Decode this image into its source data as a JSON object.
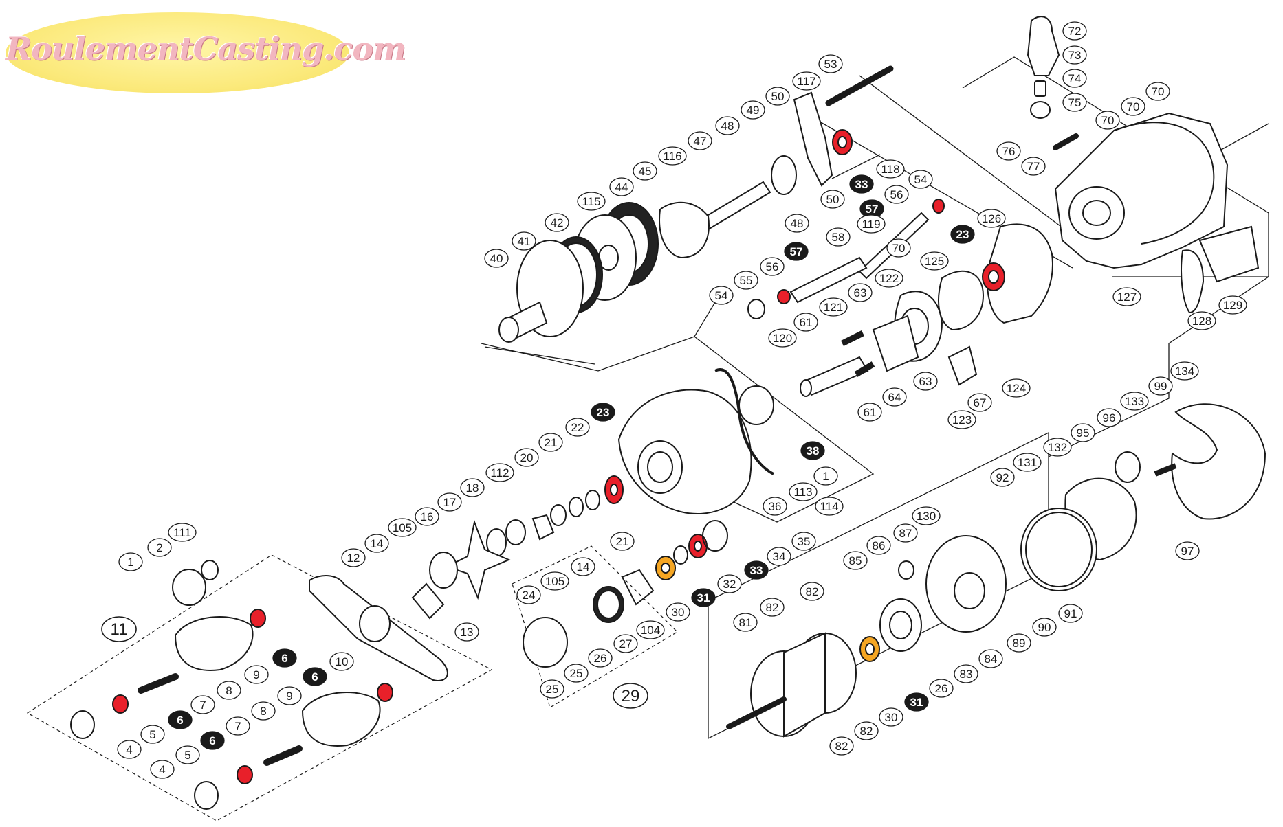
{
  "logo": {
    "text": "RoulementCasting.com"
  },
  "colors": {
    "bearing_red": "#e8202a",
    "bushing_orange": "#f5a623",
    "outline": "#1a1a1a",
    "callout_fill_dark": "#1a1a1a"
  },
  "callouts": [
    {
      "id": "c-72",
      "label": "72",
      "dark": false
    },
    {
      "id": "c-73",
      "label": "73",
      "dark": false
    },
    {
      "id": "c-74",
      "label": "74",
      "dark": false
    },
    {
      "id": "c-75",
      "label": "75",
      "dark": false
    },
    {
      "id": "c-70a",
      "label": "70",
      "dark": false
    },
    {
      "id": "c-70b",
      "label": "70",
      "dark": false
    },
    {
      "id": "c-70c",
      "label": "70",
      "dark": false
    },
    {
      "id": "c-76",
      "label": "76",
      "dark": false
    },
    {
      "id": "c-77",
      "label": "77",
      "dark": false
    },
    {
      "id": "c-53",
      "label": "53",
      "dark": false
    },
    {
      "id": "c-117",
      "label": "117",
      "dark": false
    },
    {
      "id": "c-50a",
      "label": "50",
      "dark": false
    },
    {
      "id": "c-49",
      "label": "49",
      "dark": false
    },
    {
      "id": "c-48a",
      "label": "48",
      "dark": false
    },
    {
      "id": "c-47",
      "label": "47",
      "dark": false
    },
    {
      "id": "c-116",
      "label": "116",
      "dark": false
    },
    {
      "id": "c-45",
      "label": "45",
      "dark": false
    },
    {
      "id": "c-44",
      "label": "44",
      "dark": false
    },
    {
      "id": "c-115",
      "label": "115",
      "dark": false
    },
    {
      "id": "c-42",
      "label": "42",
      "dark": false
    },
    {
      "id": "c-41",
      "label": "41",
      "dark": false
    },
    {
      "id": "c-40",
      "label": "40",
      "dark": false
    },
    {
      "id": "c-33a",
      "label": "33",
      "dark": true
    },
    {
      "id": "c-118",
      "label": "118",
      "dark": false
    },
    {
      "id": "c-54a",
      "label": "54",
      "dark": false
    },
    {
      "id": "c-50b",
      "label": "50",
      "dark": false
    },
    {
      "id": "c-57a",
      "label": "57",
      "dark": true
    },
    {
      "id": "c-56a",
      "label": "56",
      "dark": false
    },
    {
      "id": "c-48b",
      "label": "48",
      "dark": false
    },
    {
      "id": "c-119",
      "label": "119",
      "dark": false
    },
    {
      "id": "c-23a",
      "label": "23",
      "dark": true
    },
    {
      "id": "c-126",
      "label": "126",
      "dark": false
    },
    {
      "id": "c-58",
      "label": "58",
      "dark": false
    },
    {
      "id": "c-57b",
      "label": "57",
      "dark": true
    },
    {
      "id": "c-56b",
      "label": "56",
      "dark": false
    },
    {
      "id": "c-55",
      "label": "55",
      "dark": false
    },
    {
      "id": "c-54b",
      "label": "54",
      "dark": false
    },
    {
      "id": "c-125",
      "label": "125",
      "dark": false
    },
    {
      "id": "c-70d",
      "label": "70",
      "dark": false
    },
    {
      "id": "c-122",
      "label": "122",
      "dark": false
    },
    {
      "id": "c-63a",
      "label": "63",
      "dark": false
    },
    {
      "id": "c-121",
      "label": "121",
      "dark": false
    },
    {
      "id": "c-61a",
      "label": "61",
      "dark": false
    },
    {
      "id": "c-120",
      "label": "120",
      "dark": false
    },
    {
      "id": "c-127",
      "label": "127",
      "dark": false
    },
    {
      "id": "c-128",
      "label": "128",
      "dark": false
    },
    {
      "id": "c-129",
      "label": "129",
      "dark": false
    },
    {
      "id": "c-64",
      "label": "64",
      "dark": false
    },
    {
      "id": "c-63b",
      "label": "63",
      "dark": false
    },
    {
      "id": "c-61b",
      "label": "61",
      "dark": false
    },
    {
      "id": "c-124",
      "label": "124",
      "dark": false
    },
    {
      "id": "c-67",
      "label": "67",
      "dark": false
    },
    {
      "id": "c-123",
      "label": "123",
      "dark": false
    },
    {
      "id": "c-134",
      "label": "134",
      "dark": false
    },
    {
      "id": "c-99",
      "label": "99",
      "dark": false
    },
    {
      "id": "c-133",
      "label": "133",
      "dark": false
    },
    {
      "id": "c-96",
      "label": "96",
      "dark": false
    },
    {
      "id": "c-95",
      "label": "95",
      "dark": false
    },
    {
      "id": "c-132",
      "label": "132",
      "dark": false
    },
    {
      "id": "c-131",
      "label": "131",
      "dark": false
    },
    {
      "id": "c-92",
      "label": "92",
      "dark": false
    },
    {
      "id": "c-97",
      "label": "97",
      "dark": false
    },
    {
      "id": "c-23b",
      "label": "23",
      "dark": true
    },
    {
      "id": "c-22",
      "label": "22",
      "dark": false
    },
    {
      "id": "c-21a",
      "label": "21",
      "dark": false
    },
    {
      "id": "c-20",
      "label": "20",
      "dark": false
    },
    {
      "id": "c-112",
      "label": "112",
      "dark": false
    },
    {
      "id": "c-18",
      "label": "18",
      "dark": false
    },
    {
      "id": "c-17",
      "label": "17",
      "dark": false
    },
    {
      "id": "c-16",
      "label": "16",
      "dark": false
    },
    {
      "id": "c-105a",
      "label": "105",
      "dark": false
    },
    {
      "id": "c-14a",
      "label": "14",
      "dark": false
    },
    {
      "id": "c-12",
      "label": "12",
      "dark": false
    },
    {
      "id": "c-13",
      "label": "13",
      "dark": false
    },
    {
      "id": "c-38",
      "label": "38",
      "dark": true
    },
    {
      "id": "c-1a",
      "label": "1",
      "dark": false
    },
    {
      "id": "c-113",
      "label": "113",
      "dark": false
    },
    {
      "id": "c-36",
      "label": "36",
      "dark": false
    },
    {
      "id": "c-114",
      "label": "114",
      "dark": false
    },
    {
      "id": "c-21b",
      "label": "21",
      "dark": false
    },
    {
      "id": "c-35",
      "label": "35",
      "dark": false
    },
    {
      "id": "c-34",
      "label": "34",
      "dark": false
    },
    {
      "id": "c-33b",
      "label": "33",
      "dark": true
    },
    {
      "id": "c-32",
      "label": "32",
      "dark": false
    },
    {
      "id": "c-31a",
      "label": "31",
      "dark": true
    },
    {
      "id": "c-30a",
      "label": "30",
      "dark": false
    },
    {
      "id": "c-87",
      "label": "87",
      "dark": false
    },
    {
      "id": "c-130",
      "label": "130",
      "dark": false
    },
    {
      "id": "c-86",
      "label": "86",
      "dark": false
    },
    {
      "id": "c-85",
      "label": "85",
      "dark": false
    },
    {
      "id": "c-91",
      "label": "91",
      "dark": false
    },
    {
      "id": "c-90",
      "label": "90",
      "dark": false
    },
    {
      "id": "c-89",
      "label": "89",
      "dark": false
    },
    {
      "id": "c-84",
      "label": "84",
      "dark": false
    },
    {
      "id": "c-83",
      "label": "83",
      "dark": false
    },
    {
      "id": "c-26a",
      "label": "26",
      "dark": false
    },
    {
      "id": "c-82a",
      "label": "82",
      "dark": false
    },
    {
      "id": "c-82b",
      "label": "82",
      "dark": false
    },
    {
      "id": "c-81",
      "label": "81",
      "dark": false
    },
    {
      "id": "c-31b",
      "label": "31",
      "dark": true
    },
    {
      "id": "c-30b",
      "label": "30",
      "dark": false
    },
    {
      "id": "c-82c",
      "label": "82",
      "dark": false
    },
    {
      "id": "c-82d",
      "label": "82",
      "dark": false
    },
    {
      "id": "c-1b",
      "label": "1",
      "dark": false
    },
    {
      "id": "c-2",
      "label": "2",
      "dark": false
    },
    {
      "id": "c-111",
      "label": "111",
      "dark": false
    },
    {
      "id": "c-105b",
      "label": "105",
      "dark": false
    },
    {
      "id": "c-14b",
      "label": "14",
      "dark": false
    },
    {
      "id": "c-24",
      "label": "24",
      "dark": false
    },
    {
      "id": "c-104",
      "label": "104",
      "dark": false
    },
    {
      "id": "c-27",
      "label": "27",
      "dark": false
    },
    {
      "id": "c-26b",
      "label": "26",
      "dark": false
    },
    {
      "id": "c-25a",
      "label": "25",
      "dark": false
    },
    {
      "id": "c-25b",
      "label": "25",
      "dark": false
    },
    {
      "id": "c-10",
      "label": "10",
      "dark": false
    },
    {
      "id": "c-6a",
      "label": "6",
      "dark": true
    },
    {
      "id": "c-6b",
      "label": "6",
      "dark": true
    },
    {
      "id": "c-9a",
      "label": "9",
      "dark": false
    },
    {
      "id": "c-8a",
      "label": "8",
      "dark": false
    },
    {
      "id": "c-7a",
      "label": "7",
      "dark": false
    },
    {
      "id": "c-6c",
      "label": "6",
      "dark": true
    },
    {
      "id": "c-5a",
      "label": "5",
      "dark": false
    },
    {
      "id": "c-4a",
      "label": "4",
      "dark": false
    },
    {
      "id": "c-9b",
      "label": "9",
      "dark": false
    },
    {
      "id": "c-8b",
      "label": "8",
      "dark": false
    },
    {
      "id": "c-7b",
      "label": "7",
      "dark": false
    },
    {
      "id": "c-6d",
      "label": "6",
      "dark": true
    },
    {
      "id": "c-5b",
      "label": "5",
      "dark": false
    },
    {
      "id": "c-4b",
      "label": "4",
      "dark": false
    }
  ],
  "assemblies": [
    {
      "id": "a-11",
      "label": "11"
    },
    {
      "id": "a-29",
      "label": "29"
    }
  ]
}
